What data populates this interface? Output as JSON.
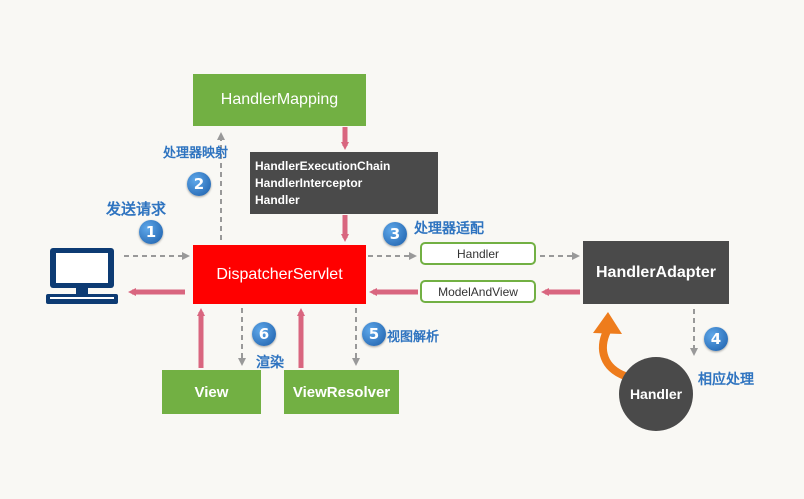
{
  "nodes": {
    "handler_mapping": "HandlerMapping",
    "chain_lines": [
      "HandlerExecutionChain",
      "HandlerInterceptor",
      "Handler"
    ],
    "dispatcher": "DispatcherServlet",
    "handler_pill": "Handler",
    "model_and_view_pill": "ModelAndView",
    "handler_adapter": "HandlerAdapter",
    "handler_circle": "Handler",
    "view": "View",
    "view_resolver": "ViewResolver"
  },
  "labels": {
    "send_request": "发送请求",
    "handler_mapping": "处理器映射",
    "handler_adapt": "处理器适配",
    "render": "渲染",
    "view_resolve": "视图解析",
    "handle": "相应处理"
  },
  "steps": [
    "1",
    "2",
    "3",
    "4",
    "5",
    "6"
  ],
  "icons": {
    "client": "computer-icon"
  },
  "colors": {
    "green": "#72b043",
    "dark": "#4a4a4a",
    "dispatcher": "#ff0000",
    "pink_arrow": "#d9667f",
    "gray_dashed_arrow": "#999999",
    "orange_arrow": "#ee7c1c",
    "label_blue": "#2f74c0",
    "badge_blue": "#1a5ca8"
  }
}
